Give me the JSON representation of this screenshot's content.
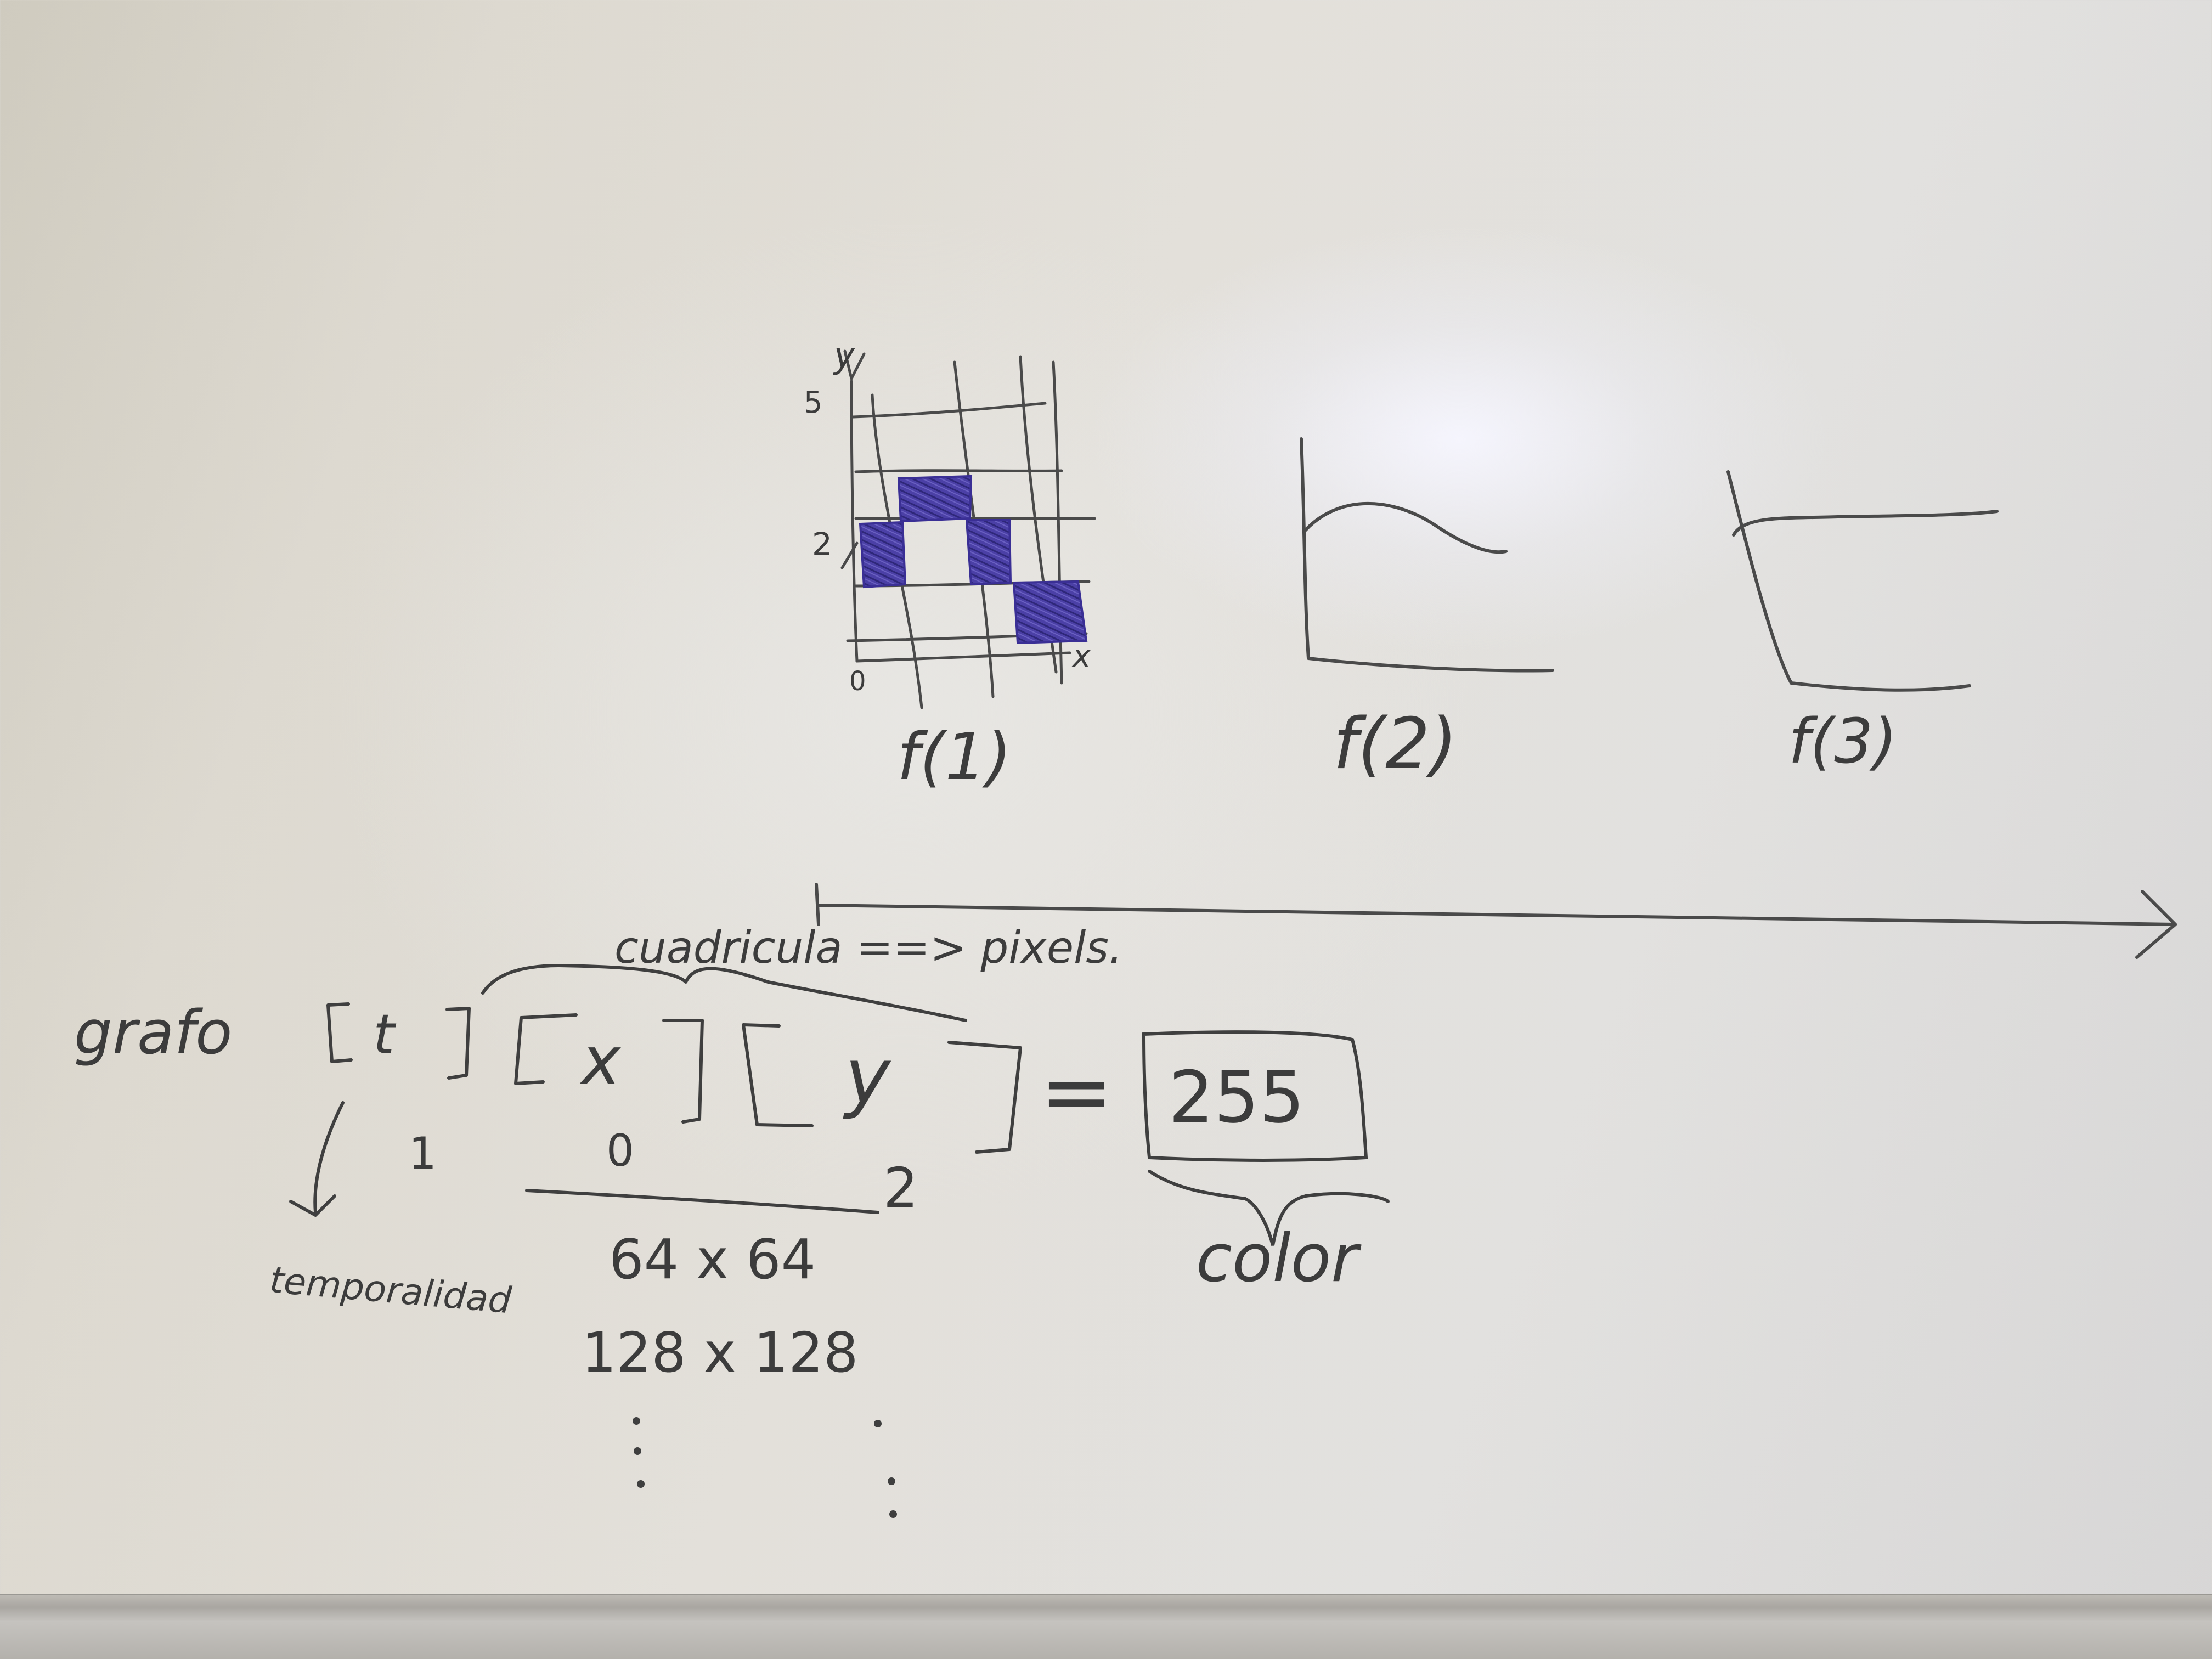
{
  "board": {
    "graph1": {
      "y_axis": "y",
      "x_axis": "x",
      "tick_top": "5",
      "tick_mid": "2",
      "tick_origin": "0",
      "label": "f(1)"
    },
    "graph2": {
      "label": "f(2)"
    },
    "graph3": {
      "label": "f(3)"
    },
    "formula": {
      "grafo": "grafo",
      "t": "t",
      "x": "x",
      "y": "y",
      "equals": "=",
      "value": "255",
      "cuadricula": "cuadricula ==> pixels.",
      "t_example": "1",
      "x_example": "0",
      "y_example": "2",
      "temporalidad": "temporalidad",
      "res_1": "64 x 64",
      "res_2": "128 x 128",
      "color": "color"
    }
  },
  "colors": {
    "marker": "#3c3c3c",
    "fill": "#4a3fa8"
  }
}
